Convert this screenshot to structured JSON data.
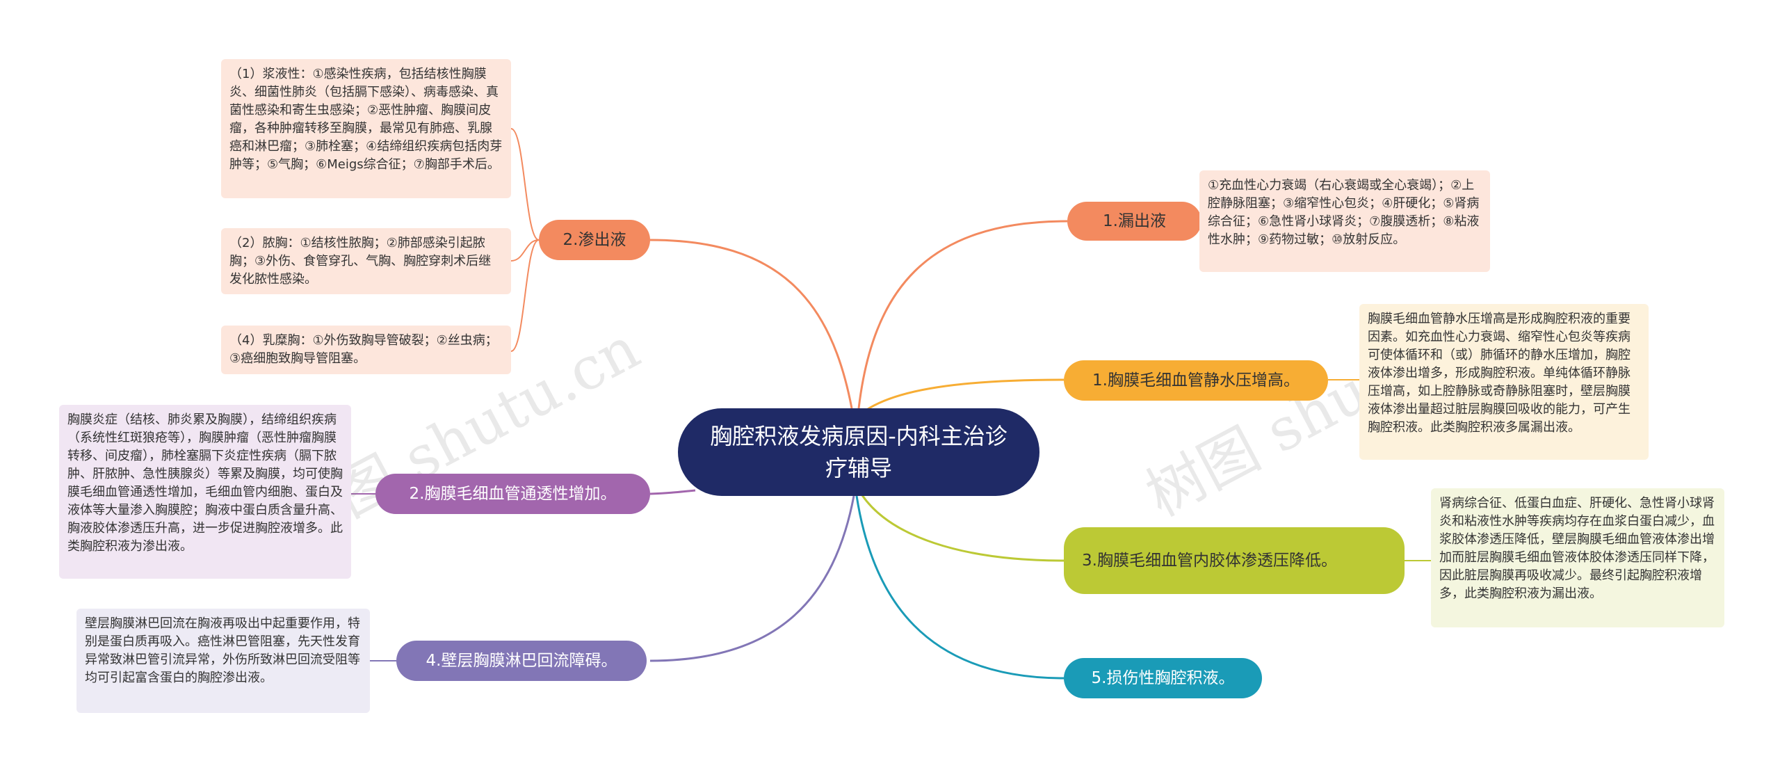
{
  "center": {
    "title": "胸腔积液发病原因-内科主治诊疗辅导"
  },
  "branches": {
    "loutong": {
      "label": "1.漏出液",
      "detail": "①充血性心力衰竭（右心衰竭或全心衰竭）；②上腔静脉阻塞；③缩窄性心包炎；④肝硬化；⑤肾病综合征；⑥急性肾小球肾炎；⑦腹膜透析；⑧粘液性水肿；⑨药物过敏；⑩放射反应。"
    },
    "hydrostatic": {
      "label": "1.胸膜毛细血管静水压增高。",
      "detail": "胸膜毛细血管静水压增高是形成胸腔积液的重要因素。如充血性心力衰竭、缩窄性心包炎等疾病可使体循环和（或）肺循环的静水压增加，胸腔液体渗出增多，形成胸腔积液。单纯体循环静脉压增高，如上腔静脉或奇静脉阻塞时，壁层胸膜液体渗出量超过脏层胸膜回吸收的能力，可产生胸腔积液。此类胸腔积液多属漏出液。"
    },
    "oncotic": {
      "label": "3.胸膜毛细血管内胶体渗透压降低。",
      "detail": "肾病综合征、低蛋白血症、肝硬化、急性肾小球肾炎和粘液性水肿等疾病均存在血浆白蛋白减少，血浆胶体渗透压降低，壁层胸膜毛细血管液体渗出增加而脏层胸膜毛细血管液体胶体渗透压同样下降，因此脏层胸膜再吸收减少。最终引起胸腔积液增多，此类胸腔积液为漏出液。"
    },
    "injury": {
      "label": "5.损伤性胸腔积液。"
    },
    "shenchu": {
      "label": "2.渗出液",
      "details": [
        "（1）浆液性：①感染性疾病，包括结核性胸膜炎、细菌性肺炎（包括膈下感染）、病毒感染、真菌性感染和寄生虫感染；②恶性肿瘤、胸膜间皮瘤，各种肿瘤转移至胸膜，最常见有肺癌、乳腺癌和淋巴瘤；③肺栓塞；④结缔组织疾病包括肉芽肿等；⑤气胸；⑥Meigs综合征；⑦胸部手术后。",
        "（2）脓胸：①结核性脓胸；②肺部感染引起脓胸；③外伤、食管穿孔、气胸、胸腔穿刺术后继发化脓性感染。",
        "（4）乳糜胸：①外伤致胸导管破裂；②丝虫病；③癌细胞致胸导管阻塞。"
      ]
    },
    "permeability": {
      "label": "2.胸膜毛细血管通透性增加。",
      "detail": "胸膜炎症（结核、肺炎累及胸膜），结缔组织疾病（系统性红斑狼疮等），胸膜肿瘤（恶性肿瘤胸膜转移、间皮瘤），肺栓塞膈下炎症性疾病（膈下脓肿、肝脓肿、急性胰腺炎）等累及胸膜，均可使胸膜毛细血管通透性增加，毛细血管内细胞、蛋白及液体等大量渗入胸膜腔；胸液中蛋白质含量升高、胸液胶体渗透压升高，进一步促进胸腔液增多。此类胸腔积液为渗出液。"
    },
    "lymph": {
      "label": "4.壁层胸膜淋巴回流障碍。",
      "detail": "壁层胸膜淋巴回流在胸液再吸出中起重要作用，特别是蛋白质再吸入。癌性淋巴管阻塞，先天性发育异常致淋巴管引流异常，外伤所致淋巴回流受阻等均可引起富含蛋白的胸腔渗出液。"
    }
  },
  "watermarks": [
    "树图 shutu.cn",
    "树图 shutu.cn"
  ],
  "colors": {
    "center": "#1f2a66",
    "orange": "#f38a5f",
    "yellow": "#f7ad34",
    "green": "#bcc935",
    "teal": "#1a9bb7",
    "purple": "#a266ad",
    "indigo": "#8276b6"
  }
}
